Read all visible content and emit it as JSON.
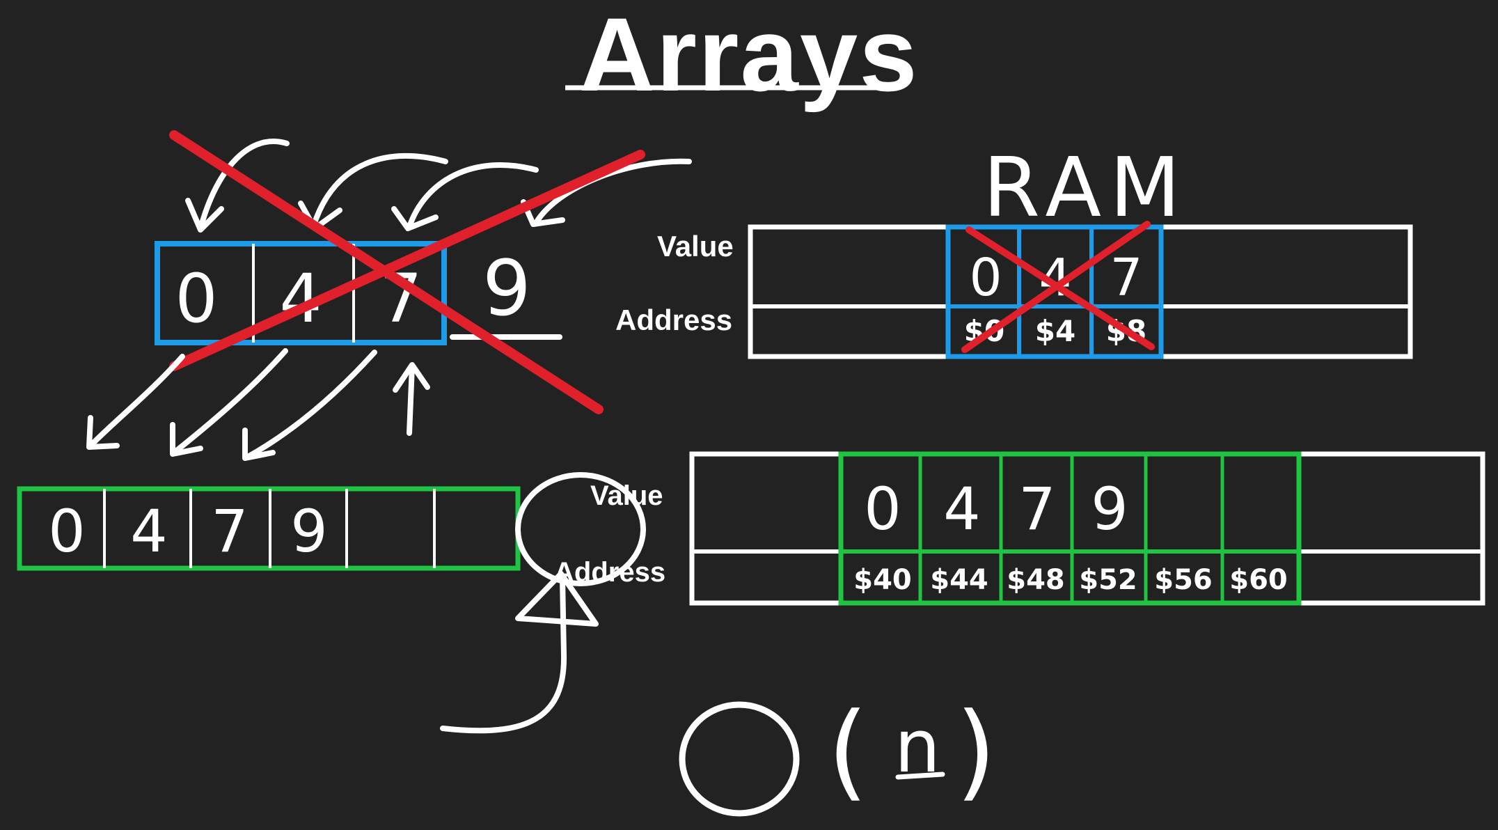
{
  "title": "Arrays",
  "colors": {
    "background": "#222222",
    "ink": "#ffffff",
    "blue": "#1e9be8",
    "green": "#1fc443",
    "red": "#e0202a"
  },
  "old_array": {
    "cells": [
      "0",
      "4",
      "7"
    ],
    "new_value": "9"
  },
  "new_array": {
    "cells": [
      "0",
      "4",
      "7",
      "9",
      "",
      ""
    ]
  },
  "ram_top": {
    "heading": "RAM",
    "value_label": "Value",
    "address_label": "Address",
    "values": [
      "0",
      "4",
      "7"
    ],
    "addresses": [
      "$0",
      "$4",
      "$8"
    ]
  },
  "ram_bottom": {
    "value_label": "Value",
    "address_label": "Address",
    "values": [
      "0",
      "4",
      "7",
      "9",
      "",
      ""
    ],
    "addresses": [
      "$40",
      "$44",
      "$48",
      "$52",
      "$56",
      "$60"
    ]
  },
  "complexity": {
    "big_o": "O",
    "open_paren": "(",
    "var": "n",
    "close_paren": ")"
  }
}
